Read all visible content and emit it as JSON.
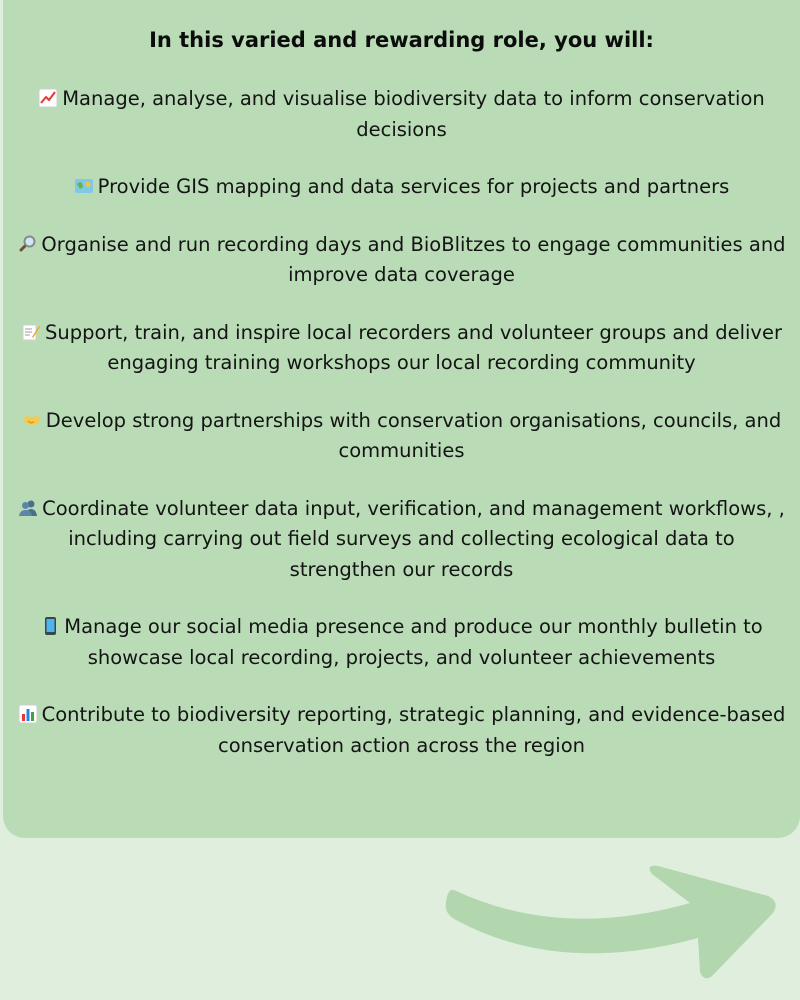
{
  "heading": "In this varied and rewarding role, you will:",
  "items": [
    {
      "icon": "chart-increasing-icon",
      "text": "Manage, analyse, and visualise biodiversity data to inform conservation decisions"
    },
    {
      "icon": "world-map-icon",
      "text": "Provide GIS mapping and data services for projects and partners"
    },
    {
      "icon": "magnifying-glass-icon",
      "text": "Organise and run recording days and BioBlitzes to engage communities and improve data coverage"
    },
    {
      "icon": "memo-icon",
      "text": "Support, train, and inspire local recorders and volunteer groups and deliver engaging training workshops our local recording community"
    },
    {
      "icon": "handshake-icon",
      "text": "Develop strong partnerships with conservation organisations, councils, and communities"
    },
    {
      "icon": "busts-in-silhouette-icon",
      "text": "Coordinate volunteer data input, verification, and management workflows, , including carrying out field surveys and collecting ecological data to strengthen our records"
    },
    {
      "icon": "mobile-phone-icon",
      "text": "Manage our social media presence and produce our monthly bulletin to showcase local recording, projects, and volunteer achievements"
    },
    {
      "icon": "bar-chart-icon",
      "text": "Contribute to biodiversity reporting, strategic planning, and evidence-based conservation action across the region"
    }
  ],
  "colors": {
    "page_background": "#dfeedd",
    "card_background": "#b9dbb6",
    "arrow": "#b2d6ae",
    "text": "#141414"
  }
}
